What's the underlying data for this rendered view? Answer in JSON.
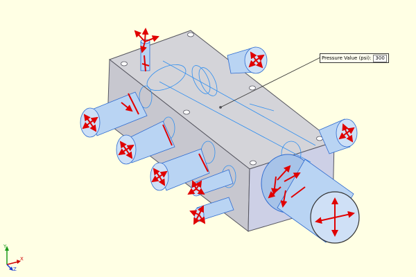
{
  "callout": {
    "label": "Pressure Value (psi):",
    "value": "300"
  },
  "triad": {
    "x_label": "X",
    "y_label": "Y",
    "z_label": "Z"
  },
  "colors": {
    "background": "#ffffe4",
    "block_edge": "#55555f",
    "hidden_edge": "#2e8ef0",
    "pressure_arrow": "#e00000",
    "port_fill": "#b9d4f3"
  }
}
